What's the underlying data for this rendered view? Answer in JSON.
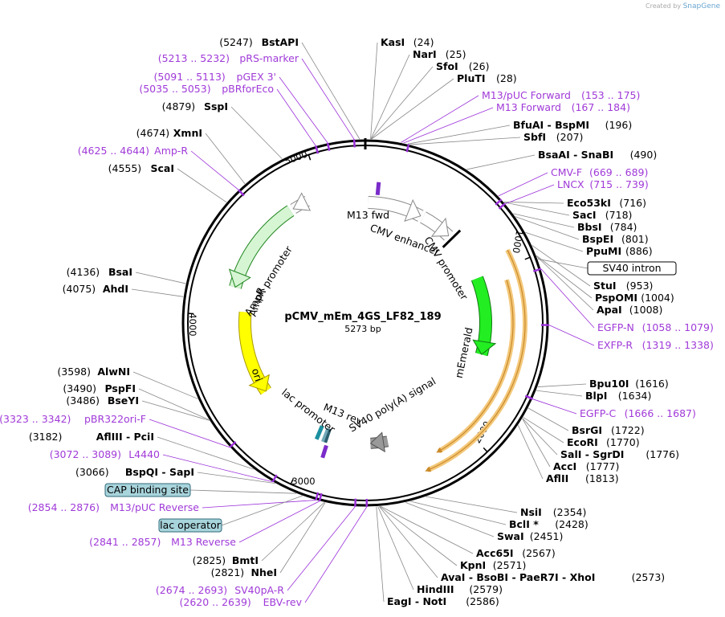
{
  "credit": {
    "prefix": "Created by",
    "brand": "SnapGene"
  },
  "plasmid": {
    "name": "pCMV_mEm_4GS_LF82_189",
    "length": "5273 bp"
  },
  "ticks": [
    "1000",
    "2000",
    "3000",
    "4000",
    "5000"
  ],
  "features": [
    {
      "id": "ampr",
      "label": "AmpR",
      "color": "#d6f5d3",
      "type": "gene"
    },
    {
      "id": "ampr-promoter",
      "label": "AmpR promoter",
      "color": "#d6f5d3",
      "type": "promoter"
    },
    {
      "id": "cmv-enhancer",
      "label": "CMV enhancer",
      "color": "#ffffff",
      "type": "enhancer"
    },
    {
      "id": "cmv-promoter",
      "label": "CMV promoter",
      "color": "#ffffff",
      "type": "promoter"
    },
    {
      "id": "m13-fwd",
      "label": "M13 fwd",
      "color": "#8a3adb",
      "type": "primer_bind"
    },
    {
      "id": "memerald",
      "label": "mEmerald",
      "color": "#22ee22",
      "type": "gene"
    },
    {
      "id": "ori",
      "label": "ori",
      "color": "#ffff00",
      "type": "rep_origin"
    },
    {
      "id": "lac-promoter",
      "label": "lac promoter",
      "color": "#ffffff",
      "type": "promoter"
    },
    {
      "id": "m13-rev",
      "label": "M13 rev",
      "color": "#8a3adb",
      "type": "primer_bind"
    },
    {
      "id": "sv40-polya",
      "label": "SV40 poly(A) signal",
      "color": "#999999",
      "type": "terminator"
    }
  ],
  "sites": [
    {
      "name": "BstAPI",
      "pos": "(5247)"
    },
    {
      "name": "KasI",
      "pos": "(24)"
    },
    {
      "name": "NarI",
      "pos": "(25)"
    },
    {
      "name": "SfoI",
      "pos": "(26)"
    },
    {
      "name": "PluTI",
      "pos": "(28)"
    },
    {
      "name": "BfuAI - BspMI",
      "pos": "(196)"
    },
    {
      "name": "SbfI",
      "pos": "(207)"
    },
    {
      "name": "BsaAI - SnaBI",
      "pos": "(490)"
    },
    {
      "name": "Eco53kI",
      "pos": "(716)"
    },
    {
      "name": "SacI",
      "pos": "(718)"
    },
    {
      "name": "BbsI",
      "pos": "(784)"
    },
    {
      "name": "BspEI",
      "pos": "(801)"
    },
    {
      "name": "PpuMI",
      "pos": "(886)"
    },
    {
      "name": "StuI",
      "pos": "(953)"
    },
    {
      "name": "PspOMI",
      "pos": "(1004)"
    },
    {
      "name": "ApaI",
      "pos": "(1008)"
    },
    {
      "name": "Bpu10I",
      "pos": "(1616)"
    },
    {
      "name": "BlpI",
      "pos": "(1634)"
    },
    {
      "name": "BsrGI",
      "pos": "(1722)"
    },
    {
      "name": "EcoRI",
      "pos": "(1770)"
    },
    {
      "name": "SalI - SgrDI",
      "pos": "(1776)"
    },
    {
      "name": "AccI",
      "pos": "(1777)"
    },
    {
      "name": "AflII",
      "pos": "(1813)"
    },
    {
      "name": "NsiI",
      "pos": "(2354)"
    },
    {
      "name": "BclI *",
      "pos": "(2428)"
    },
    {
      "name": "SwaI",
      "pos": "(2451)"
    },
    {
      "name": "Acc65I",
      "pos": "(2567)"
    },
    {
      "name": "KpnI",
      "pos": "(2571)"
    },
    {
      "name": "AvaI - BsoBI - PaeR7I - XhoI",
      "pos": "(2573)"
    },
    {
      "name": "HindIII",
      "pos": "(2579)"
    },
    {
      "name": "EagI - NotI",
      "pos": "(2586)"
    },
    {
      "name": "NheI",
      "pos": "(2821)"
    },
    {
      "name": "BmtI",
      "pos": "(2825)"
    },
    {
      "name": "BspQI - SapI",
      "pos": "(3066)"
    },
    {
      "name": "AflIII - PciI",
      "pos": "(3182)"
    },
    {
      "name": "BseYI",
      "pos": "(3486)"
    },
    {
      "name": "PspFI",
      "pos": "(3490)"
    },
    {
      "name": "AlwNI",
      "pos": "(3598)"
    },
    {
      "name": "AhdI",
      "pos": "(4075)"
    },
    {
      "name": "BsaI",
      "pos": "(4136)"
    },
    {
      "name": "ScaI",
      "pos": "(4555)"
    },
    {
      "name": "XmnI",
      "pos": "(4674)"
    },
    {
      "name": "SspI",
      "pos": "(4879)"
    }
  ],
  "primers": [
    {
      "name": "pRS-marker",
      "range": "(5213 .. 5232)"
    },
    {
      "name": "pGEX 3'",
      "range": "(5091 .. 5113)"
    },
    {
      "name": "pBRforEco",
      "range": "(5035 .. 5053)"
    },
    {
      "name": "M13/pUC Forward",
      "range": "(153 .. 175)"
    },
    {
      "name": "M13 Forward",
      "range": "(167 .. 184)"
    },
    {
      "name": "CMV-F",
      "range": "(669 .. 689)"
    },
    {
      "name": "LNCX",
      "range": "(715 .. 739)"
    },
    {
      "name": "EGFP-N",
      "range": "(1058 .. 1079)"
    },
    {
      "name": "EXFP-R",
      "range": "(1319 .. 1338)"
    },
    {
      "name": "EGFP-C",
      "range": "(1666 .. 1687)"
    },
    {
      "name": "SV40pA-R",
      "range": "(2674 .. 2693)"
    },
    {
      "name": "EBV-rev",
      "range": "(2620 .. 2639)"
    },
    {
      "name": "M13 Reverse",
      "range": "(2841 .. 2857)"
    },
    {
      "name": "M13/pUC Reverse",
      "range": "(2854 .. 2876)"
    },
    {
      "name": "L4440",
      "range": "(3072 .. 3089)"
    },
    {
      "name": "pBR322ori-F",
      "range": "(3323 .. 3342)"
    },
    {
      "name": "Amp-R",
      "range": "(4625 .. 4644)"
    }
  ],
  "boxes": [
    {
      "name": "SV40 intron"
    },
    {
      "name": "CAP binding site"
    },
    {
      "name": "lac operator"
    }
  ]
}
